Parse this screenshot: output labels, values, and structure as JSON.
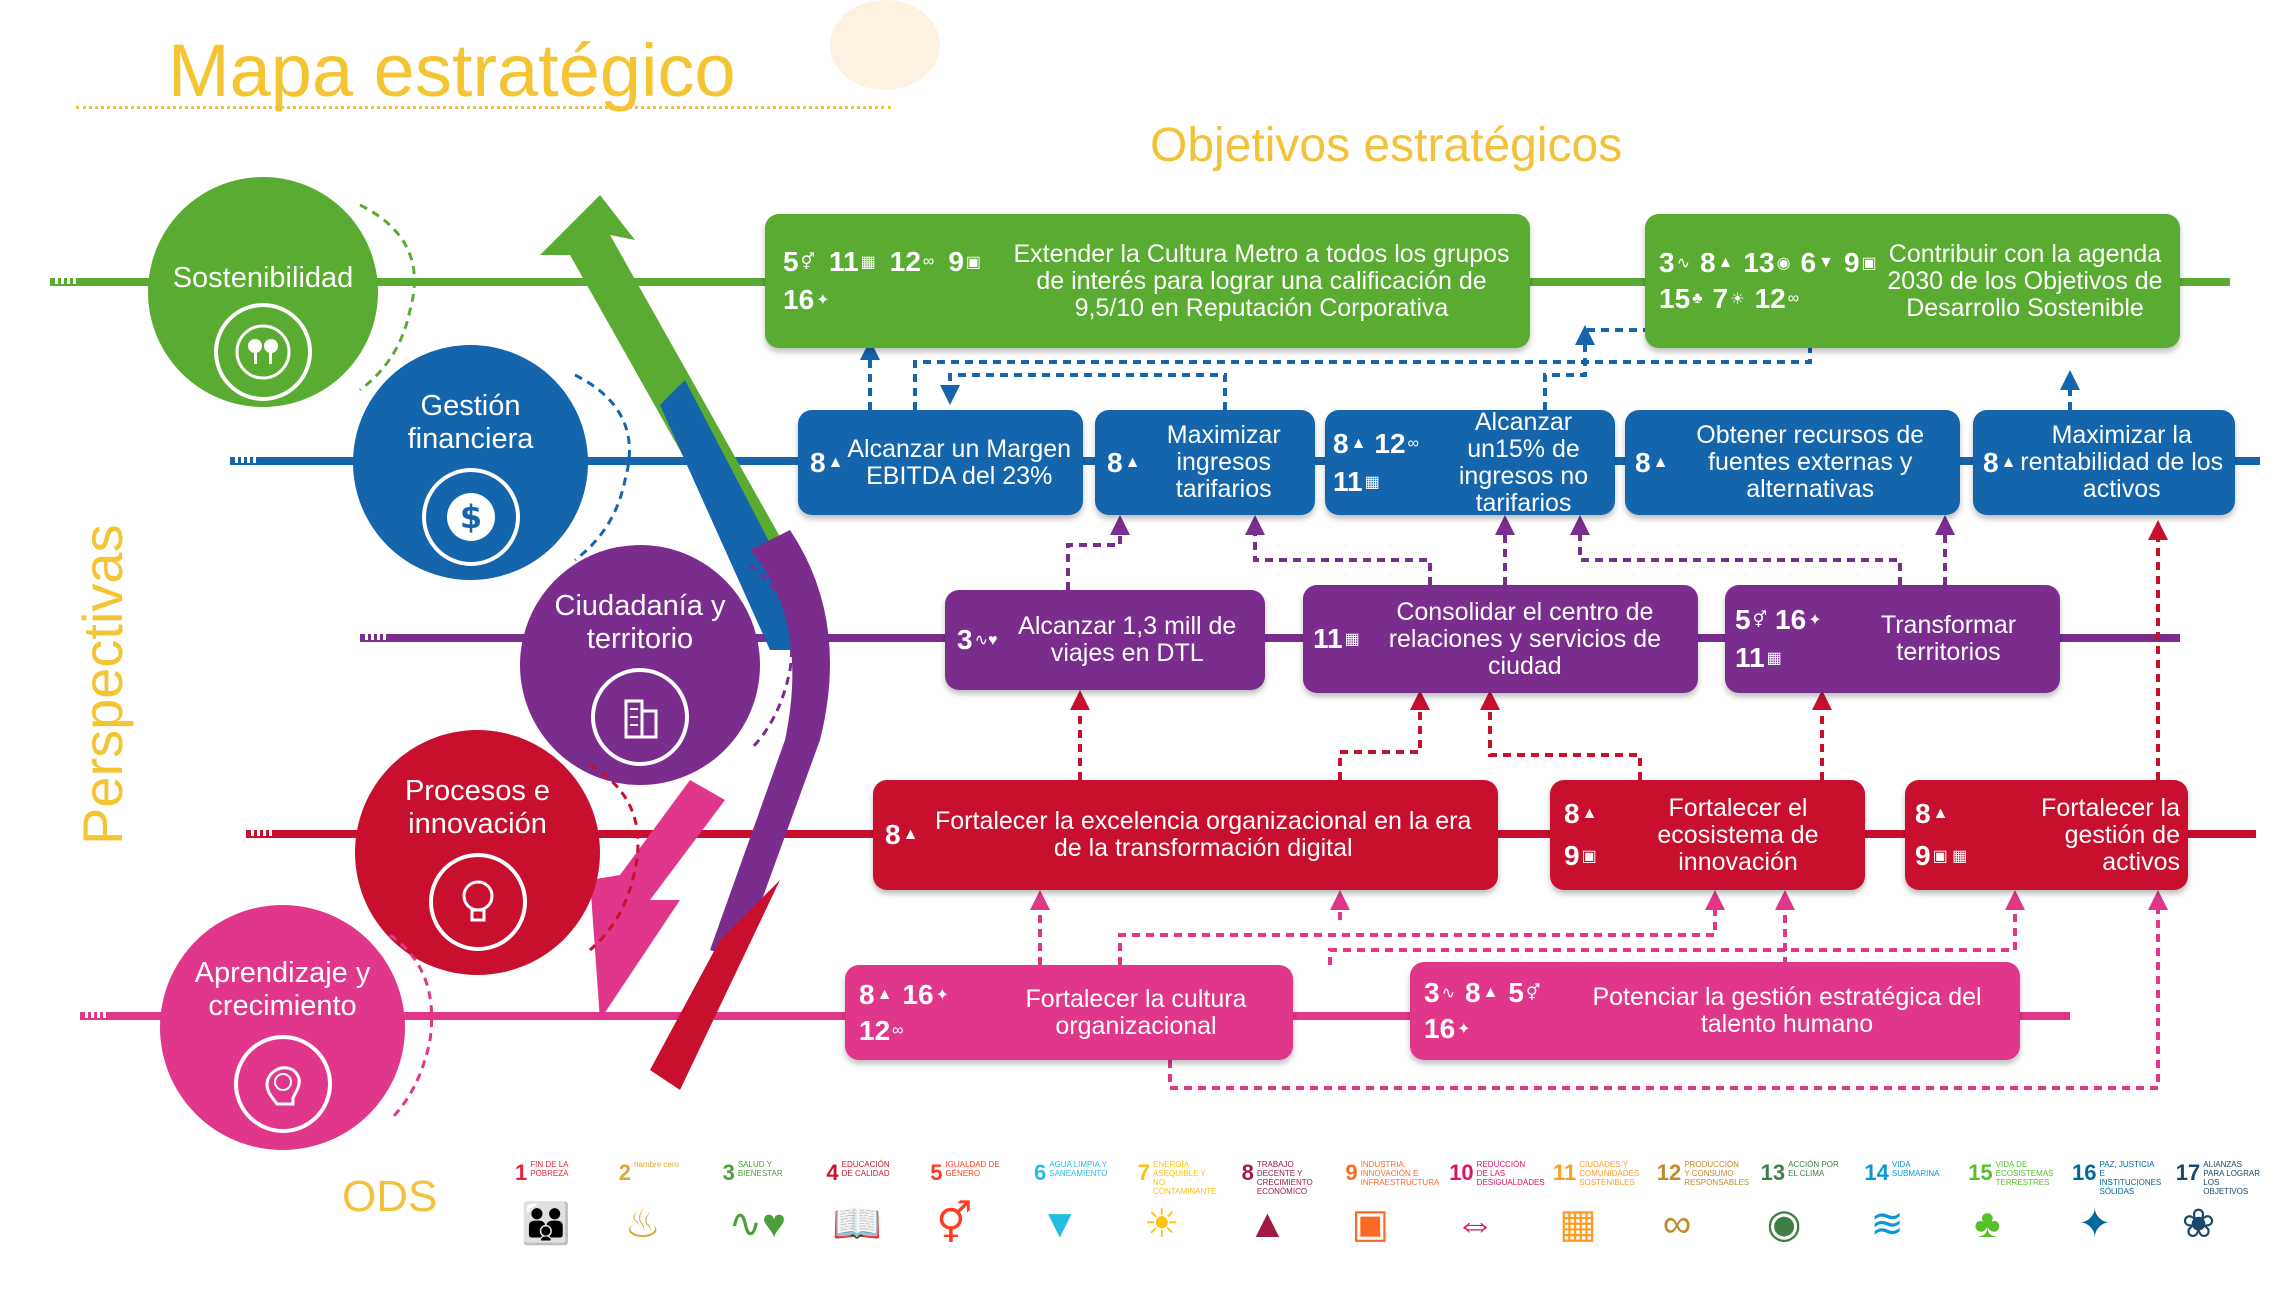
{
  "title": "Mapa estratégico",
  "objectives_title": "Objetivos estratégicos",
  "perspectives_label": "Perspectivas",
  "ods_label": "ODS",
  "colors": {
    "sostenibilidad": "#5aab31",
    "financiera": "#1565ad",
    "ciudadania": "#7b2d8e",
    "procesos": "#c8102e",
    "aprendizaje": "#e0378a",
    "title": "#f5c432"
  },
  "perspectives": [
    {
      "id": "sostenibilidad",
      "label": "Sostenibilidad",
      "icon": "trees-globe-icon"
    },
    {
      "id": "financiera",
      "label": "Gestión financiera",
      "icon": "dollar-icon"
    },
    {
      "id": "ciudadania",
      "label": "Ciudadanía y territorio",
      "icon": "building-icon"
    },
    {
      "id": "procesos",
      "label": "Procesos e innovación",
      "icon": "lightbulb-icon"
    },
    {
      "id": "aprendizaje",
      "label": "Aprendizaje y crecimiento",
      "icon": "brain-icon"
    }
  ],
  "objectives": {
    "sost_1": {
      "text": "Extender la Cultura Metro a todos los grupos de interés para lograr una calificación de 9,5/10 en Reputación Corporativa",
      "ods": [
        "5",
        "11",
        "12",
        "9",
        "16"
      ]
    },
    "sost_2": {
      "text": "Contribuir con la agenda 2030 de los Objetivos de Desarrollo Sostenible",
      "ods": [
        "3",
        "8",
        "13",
        "6",
        "9",
        "15",
        "7",
        "12"
      ]
    },
    "fin_1": {
      "text": "Alcanzar un Margen EBITDA del 23%",
      "ods": [
        "8"
      ]
    },
    "fin_2": {
      "text": "Maximizar ingresos tarifarios",
      "ods": [
        "8"
      ]
    },
    "fin_3": {
      "text": "Alcanzar un15% de ingresos no tarifarios",
      "ods": [
        "8",
        "12",
        "11"
      ]
    },
    "fin_4": {
      "text": "Obtener recursos de fuentes externas y alternativas",
      "ods": [
        "8"
      ]
    },
    "fin_5": {
      "text": "Maximizar la rentabilidad de los activos",
      "ods": [
        "8"
      ]
    },
    "ciu_1": {
      "text": "Alcanzar 1,3 mill de viajes en DTL",
      "ods": [
        "3"
      ]
    },
    "ciu_2": {
      "text": "Consolidar el centro de relaciones y servicios de ciudad",
      "ods": [
        "11"
      ]
    },
    "ciu_3": {
      "text": "Transformar territorios",
      "ods": [
        "5",
        "16",
        "11"
      ]
    },
    "pro_1": {
      "text": "Fortalecer la excelencia organizacional en la era de la transformación digital",
      "ods": [
        "8"
      ]
    },
    "pro_2": {
      "text": "Fortalecer el ecosistema de innovación",
      "ods": [
        "8",
        "9"
      ]
    },
    "pro_3": {
      "text": "Fortalecer la gestión de activos",
      "ods": [
        "8",
        "9"
      ]
    },
    "apr_1": {
      "text": "Fortalecer la cultura organizacional",
      "ods": [
        "8",
        "16",
        "12"
      ]
    },
    "apr_2": {
      "text": "Potenciar la gestión estratégica del talento humano",
      "ods": [
        "3",
        "8",
        "5",
        "16"
      ]
    }
  },
  "legend": [
    {
      "n": "1",
      "label": "FIN DE LA POBREZA",
      "color": "#e5243b",
      "icon": "family-icon"
    },
    {
      "n": "2",
      "label": "hambre cero",
      "color": "#dda63a",
      "icon": "bowl-icon"
    },
    {
      "n": "3",
      "label": "SALUD Y BIENESTAR",
      "color": "#4c9f38",
      "icon": "heartbeat-icon"
    },
    {
      "n": "4",
      "label": "EDUCACIÓN DE CALIDAD",
      "color": "#c5192d",
      "icon": "book-icon"
    },
    {
      "n": "5",
      "label": "IGUALDAD DE GÉNERO",
      "color": "#ff3a21",
      "icon": "gender-icon"
    },
    {
      "n": "6",
      "label": "AGUA LIMPIA Y SANEAMIENTO",
      "color": "#26bde2",
      "icon": "water-icon"
    },
    {
      "n": "7",
      "label": "ENERGÍA ASEQUIBLE Y NO CONTAMINANTE",
      "color": "#fcc30b",
      "icon": "sun-icon"
    },
    {
      "n": "8",
      "label": "TRABAJO DECENTE Y CRECIMIENTO ECONÓMICO",
      "color": "#a21942",
      "icon": "growth-icon"
    },
    {
      "n": "9",
      "label": "INDUSTRIA, INNOVACIÓN E INFRAESTRUCTURA",
      "color": "#fd6925",
      "icon": "cubes-icon"
    },
    {
      "n": "10",
      "label": "REDUCCIÓN DE LAS DESIGUALDADES",
      "color": "#dd1367",
      "icon": "equality-icon"
    },
    {
      "n": "11",
      "label": "CIUDADES Y COMUNIDADES SOSTENIBLES",
      "color": "#fd9d24",
      "icon": "city-icon"
    },
    {
      "n": "12",
      "label": "PRODUCCIÓN Y CONSUMO RESPONSABLES",
      "color": "#bf8b2e",
      "icon": "infinity-icon"
    },
    {
      "n": "13",
      "label": "ACCIÓN POR EL CLIMA",
      "color": "#3f7e44",
      "icon": "eye-globe-icon"
    },
    {
      "n": "14",
      "label": "VIDA SUBMARINA",
      "color": "#0a97d9",
      "icon": "fish-icon"
    },
    {
      "n": "15",
      "label": "VIDA DE ECOSISTEMAS TERRESTRES",
      "color": "#56c02b",
      "icon": "tree-icon"
    },
    {
      "n": "16",
      "label": "PAZ, JUSTICIA E INSTITUCIONES SÓLIDAS",
      "color": "#00689d",
      "icon": "dove-icon"
    },
    {
      "n": "17",
      "label": "ALIANZAS PARA LOGRAR LOS OBJETIVOS",
      "color": "#19486a",
      "icon": "flower-icon"
    }
  ]
}
